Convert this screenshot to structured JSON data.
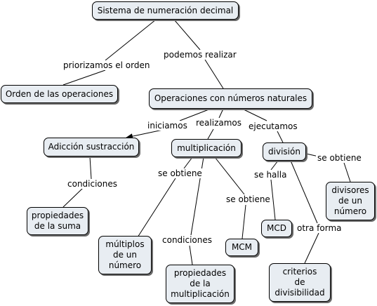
{
  "nodes": {
    "root": "Sistema de numeración decimal",
    "orden": "Orden de las operaciones",
    "operaciones": "Operaciones con números naturales",
    "adicion": "Adicción sustracción",
    "multiplicacion": "multiplicación",
    "division": "división",
    "prop_suma": "propiedades\nde la suma",
    "multiplos": "múltiplos\nde un\nnúmero",
    "prop_mult": "propiedades\nde la\nmultiplicación",
    "mcm": "MCM",
    "mcd": "MCD",
    "criterios": "criterios\nde\ndivisibilidad",
    "divisores": "divisores\nde un\nnúmero"
  },
  "links": {
    "priorizamos": "priorizamos el orden",
    "podemos": "podemos realizar",
    "iniciamos": "iniciamos",
    "realizamos": "realizamos",
    "ejecutamos": "ejecutamos",
    "condiciones_suma": "condiciones",
    "se_obtiene_mult": "se obtiene",
    "condiciones_mult": "condiciones",
    "se_obtiene_mcm": "se obtiene",
    "se_halla": "se halla",
    "otra_forma": "otra forma",
    "se_obtiene_div": "se obtiene"
  }
}
